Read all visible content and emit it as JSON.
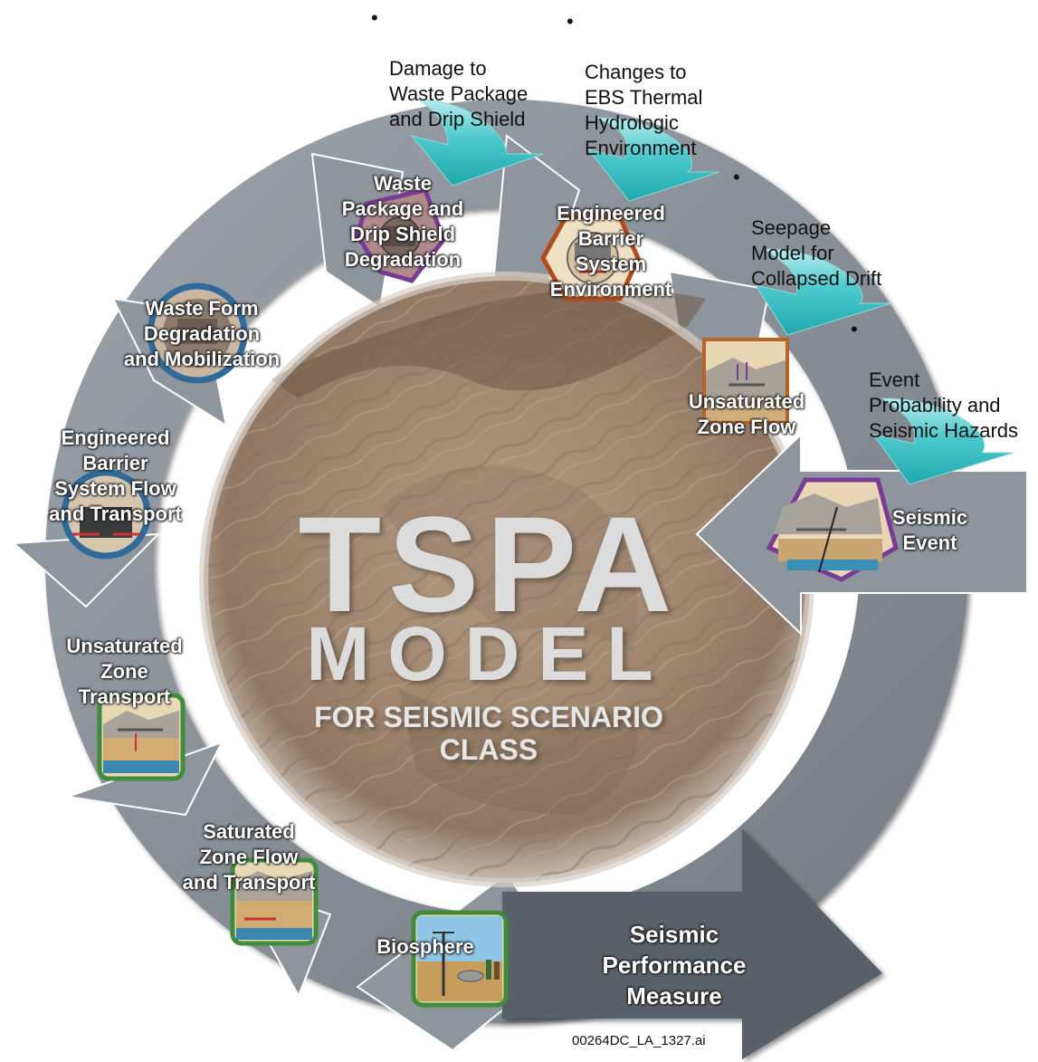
{
  "diagram": {
    "title": "TSPA",
    "title_line2": "MODEL",
    "subtitle": "FOR SEISMIC SCENARIO\nCLASS",
    "nodes": [
      {
        "label": "Seismic\nEvent",
        "icon": "seismic-event-icon"
      },
      {
        "label": "Unsaturated\nZone Flow",
        "icon": "unsaturated-zone-flow-icon"
      },
      {
        "label": "Engineered\nBarrier\nSystem\nEnvironment",
        "icon": "ebs-environment-icon"
      },
      {
        "label": "Waste\nPackage and\nDrip Shield\nDegradation",
        "icon": "waste-package-icon"
      },
      {
        "label": "Waste Form\nDegradation\nand Mobilization",
        "icon": "waste-form-icon"
      },
      {
        "label": "Engineered\nBarrier\nSystem Flow\nand Transport",
        "icon": "ebs-flow-transport-icon"
      },
      {
        "label": "Unsaturated\nZone\nTransport",
        "icon": "uz-transport-icon"
      },
      {
        "label": "Saturated\nZone Flow\nand Transport",
        "icon": "sz-flow-transport-icon"
      },
      {
        "label": "Biosphere",
        "icon": "biosphere-icon"
      }
    ],
    "output": "Seismic\nPerformance\nMeasure",
    "influences": [
      {
        "text": "Damage to\nWaste Package\nand Drip Shield"
      },
      {
        "text": "Changes to\nEBS Thermal\nHydrologic\nEnvironment"
      },
      {
        "text": "Seepage\nModel for\nCollapsed Drift"
      },
      {
        "text": "Event\nProbability and\nSeismic Hazards"
      }
    ],
    "bullet": "•",
    "file_id": "00264DC_LA_1327.ai",
    "colors": {
      "ring": "#8c939b",
      "ring_dark": "#5f656c",
      "output_arrow": "#5a6067",
      "influence_arrow": "#34c3c6",
      "desert": "#a08770",
      "icon_purple": "#7a3b94",
      "icon_brown": "#b5652a",
      "icon_blue": "#2f6a9a",
      "icon_green": "#3f8c3a",
      "icon_darkred": "#8a2a1a"
    }
  }
}
